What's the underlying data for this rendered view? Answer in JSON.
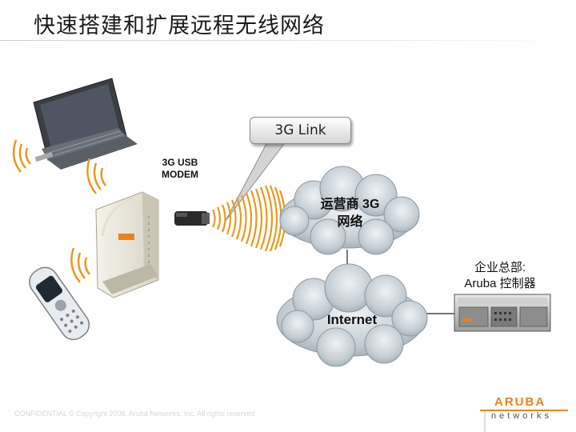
{
  "title": "快速搭建和扩展远程无线网络",
  "callout": "3G Link",
  "modem_label": "3G USB\nMODEM",
  "carrier_cloud": "运营商 3G\n网络",
  "internet_cloud": "Internet",
  "hq_label": "企业总部:\nAruba 控制器",
  "footer": "CONFIDENTIAL © Copyright 2008. Aruba Networks, Inc. All rights reserved",
  "brand": {
    "name": "ARUBA",
    "sub": "networks"
  },
  "colors": {
    "wave": "#e89a1e",
    "cloud": "#c9d3da",
    "accent": "#e8821e"
  },
  "icons": [
    "laptop-icon",
    "phone-icon",
    "access-point-icon",
    "usb-modem-icon",
    "controller-icon"
  ]
}
